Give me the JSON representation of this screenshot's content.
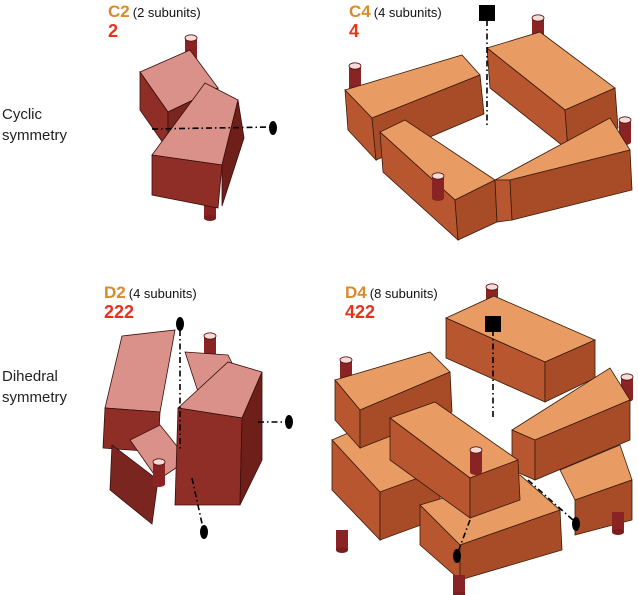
{
  "colors": {
    "code": "#d98a2b",
    "order": "#e8321e",
    "pink_top": "#d9918a",
    "pink_side": "#8e2e27",
    "orange_top": "#e89c63",
    "orange_side": "#b85630",
    "knob": "#8a2323"
  },
  "rows": [
    {
      "line1": "Cyclic",
      "line2": "symmetry"
    },
    {
      "line1": "Dihedral",
      "line2": "symmetry"
    }
  ],
  "panels": [
    {
      "code": "C2",
      "subunits": "(2 subunits)",
      "order": "2"
    },
    {
      "code": "C4",
      "subunits": "(4 subunits)",
      "order": "4"
    },
    {
      "code": "D2",
      "subunits": "(4 subunits)",
      "order": "222"
    },
    {
      "code": "D4",
      "subunits": "(8 subunits)",
      "order": "422"
    }
  ]
}
